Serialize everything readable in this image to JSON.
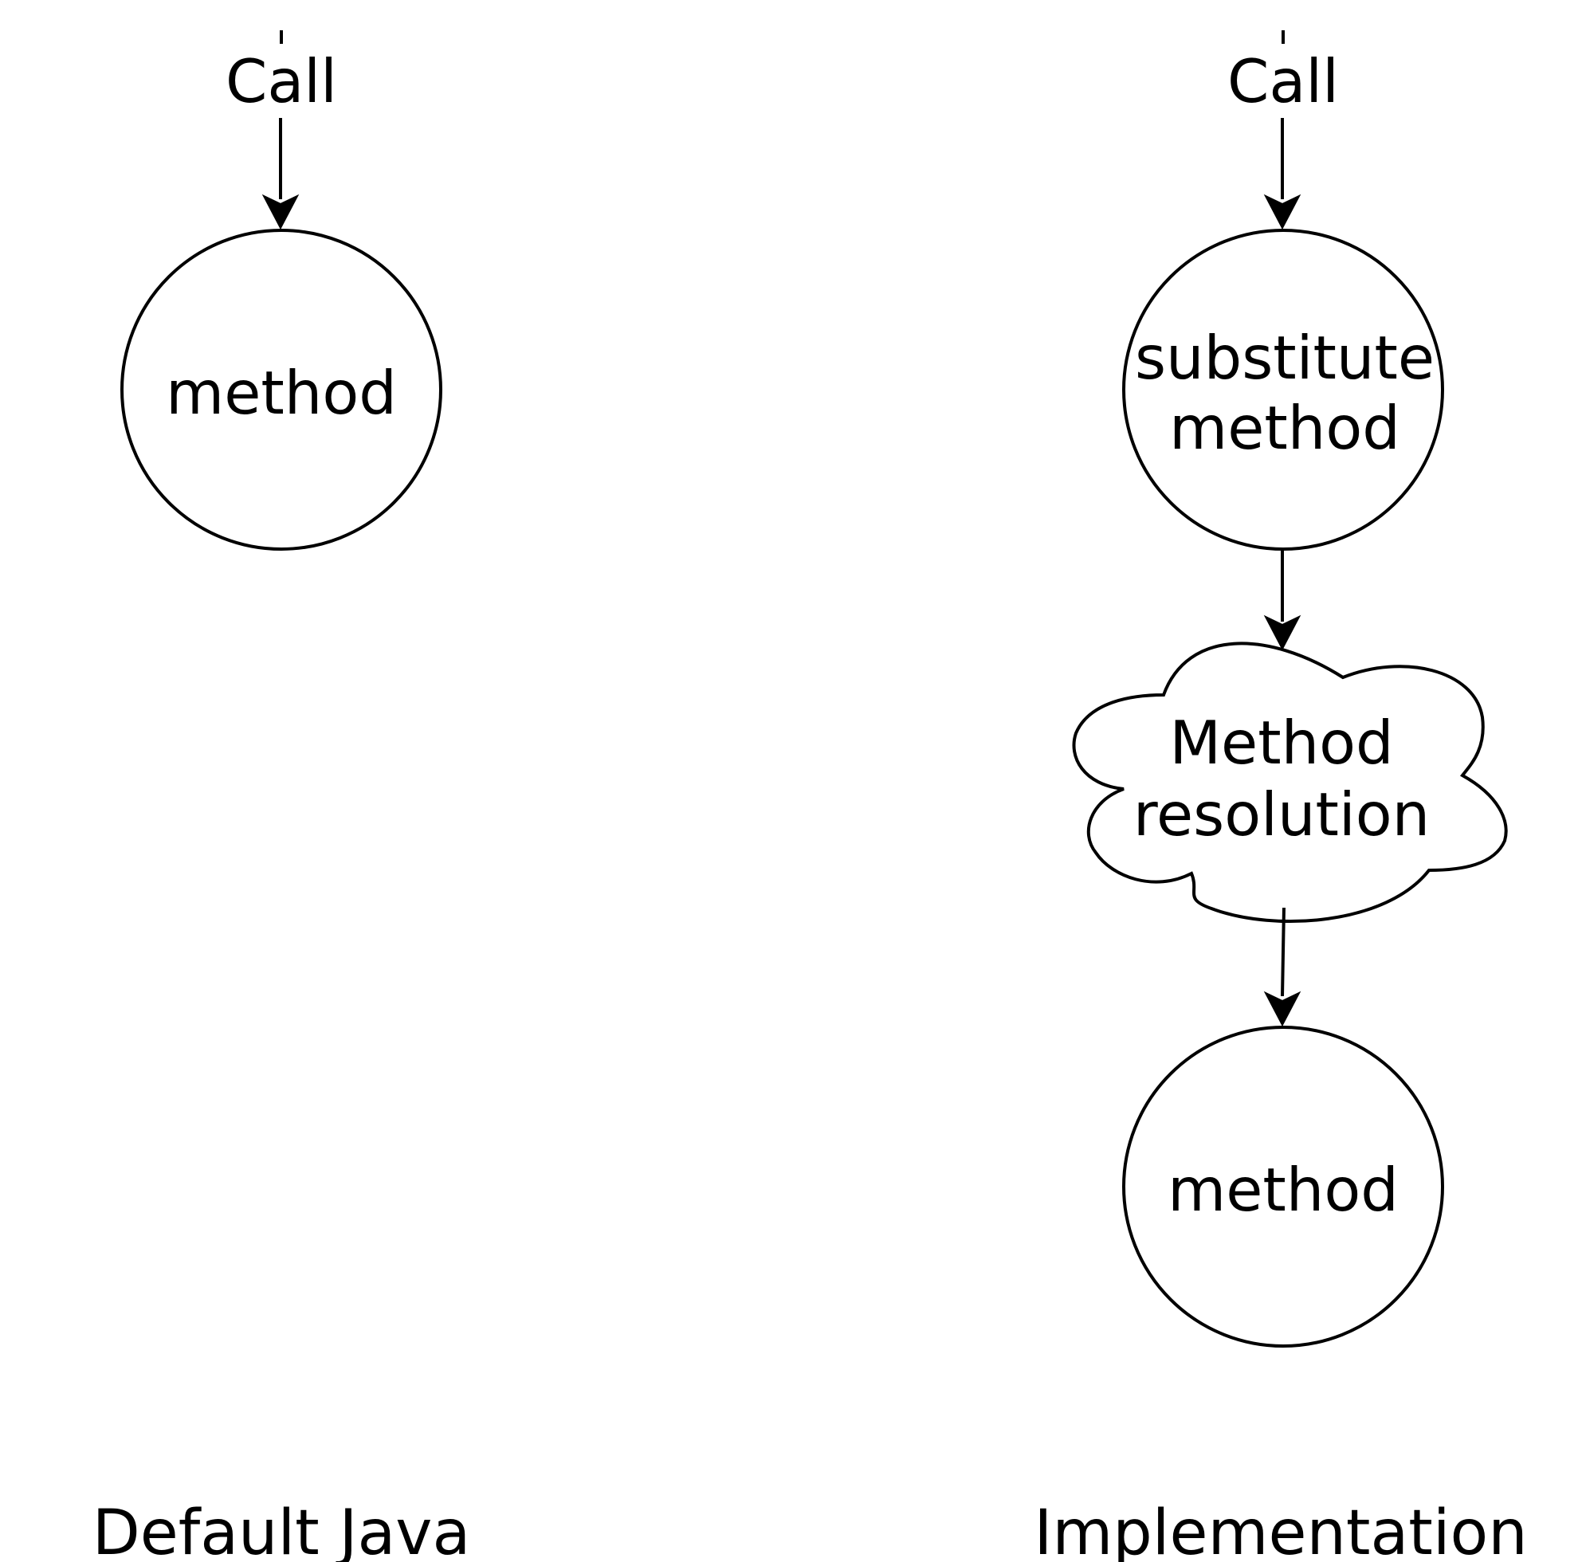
{
  "colors": {
    "stroke": "#000000",
    "background": "#ffffff"
  },
  "left": {
    "caption": "Default Java",
    "call_label": "Call",
    "method_label": "method"
  },
  "right": {
    "caption": "Implementation",
    "call_label": "Call",
    "substitute_label": [
      "substitute",
      "method"
    ],
    "resolution_label": [
      "Method",
      "resolution"
    ],
    "method_label": "method"
  }
}
